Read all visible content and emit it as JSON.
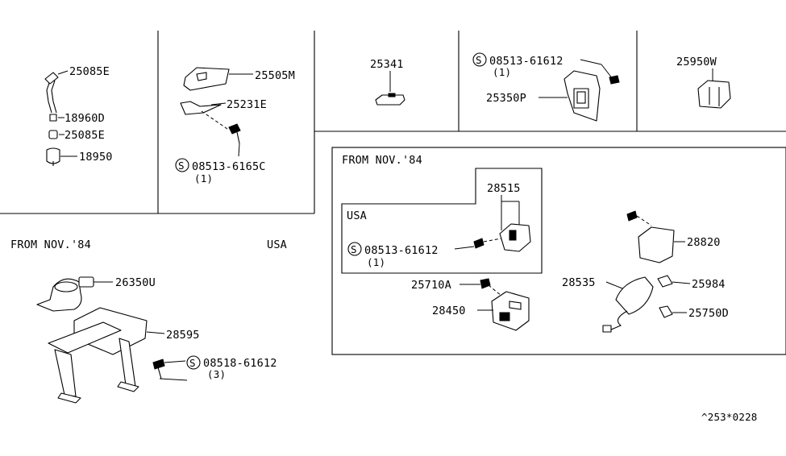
{
  "labels": {
    "p25085e_top": "25085E",
    "p18960d": "18960D",
    "p25085e_bot": "25085E",
    "p18950": "18950",
    "p25505m": "25505M",
    "p25231e": "25231E",
    "bolt_a_num": "08513-6165C",
    "bolt_a_qty": "(1)",
    "p25341": "25341",
    "bolt_b_num": "08513-61612",
    "bolt_b_qty": "(1)",
    "p25350p": "25350P",
    "p25950w": "25950W",
    "from_nov_left": "FROM NOV.'84",
    "usa_left": "USA",
    "p26350u": "26350U",
    "p28595": "28595",
    "bolt_c_num": "08518-61612",
    "bolt_c_qty": "(3)",
    "from_nov_box": "FROM NOV.'84",
    "usa_box": "USA",
    "p28515": "28515",
    "bolt_d_num": "08513-61612",
    "bolt_d_qty": "(1)",
    "p25710a": "25710A",
    "p28450": "28450",
    "p28820": "28820",
    "p28535": "28535",
    "p25984": "25984",
    "p25750d": "25750D",
    "footer_code": "^253*0228"
  },
  "symbols": {
    "s_mark": "S"
  }
}
